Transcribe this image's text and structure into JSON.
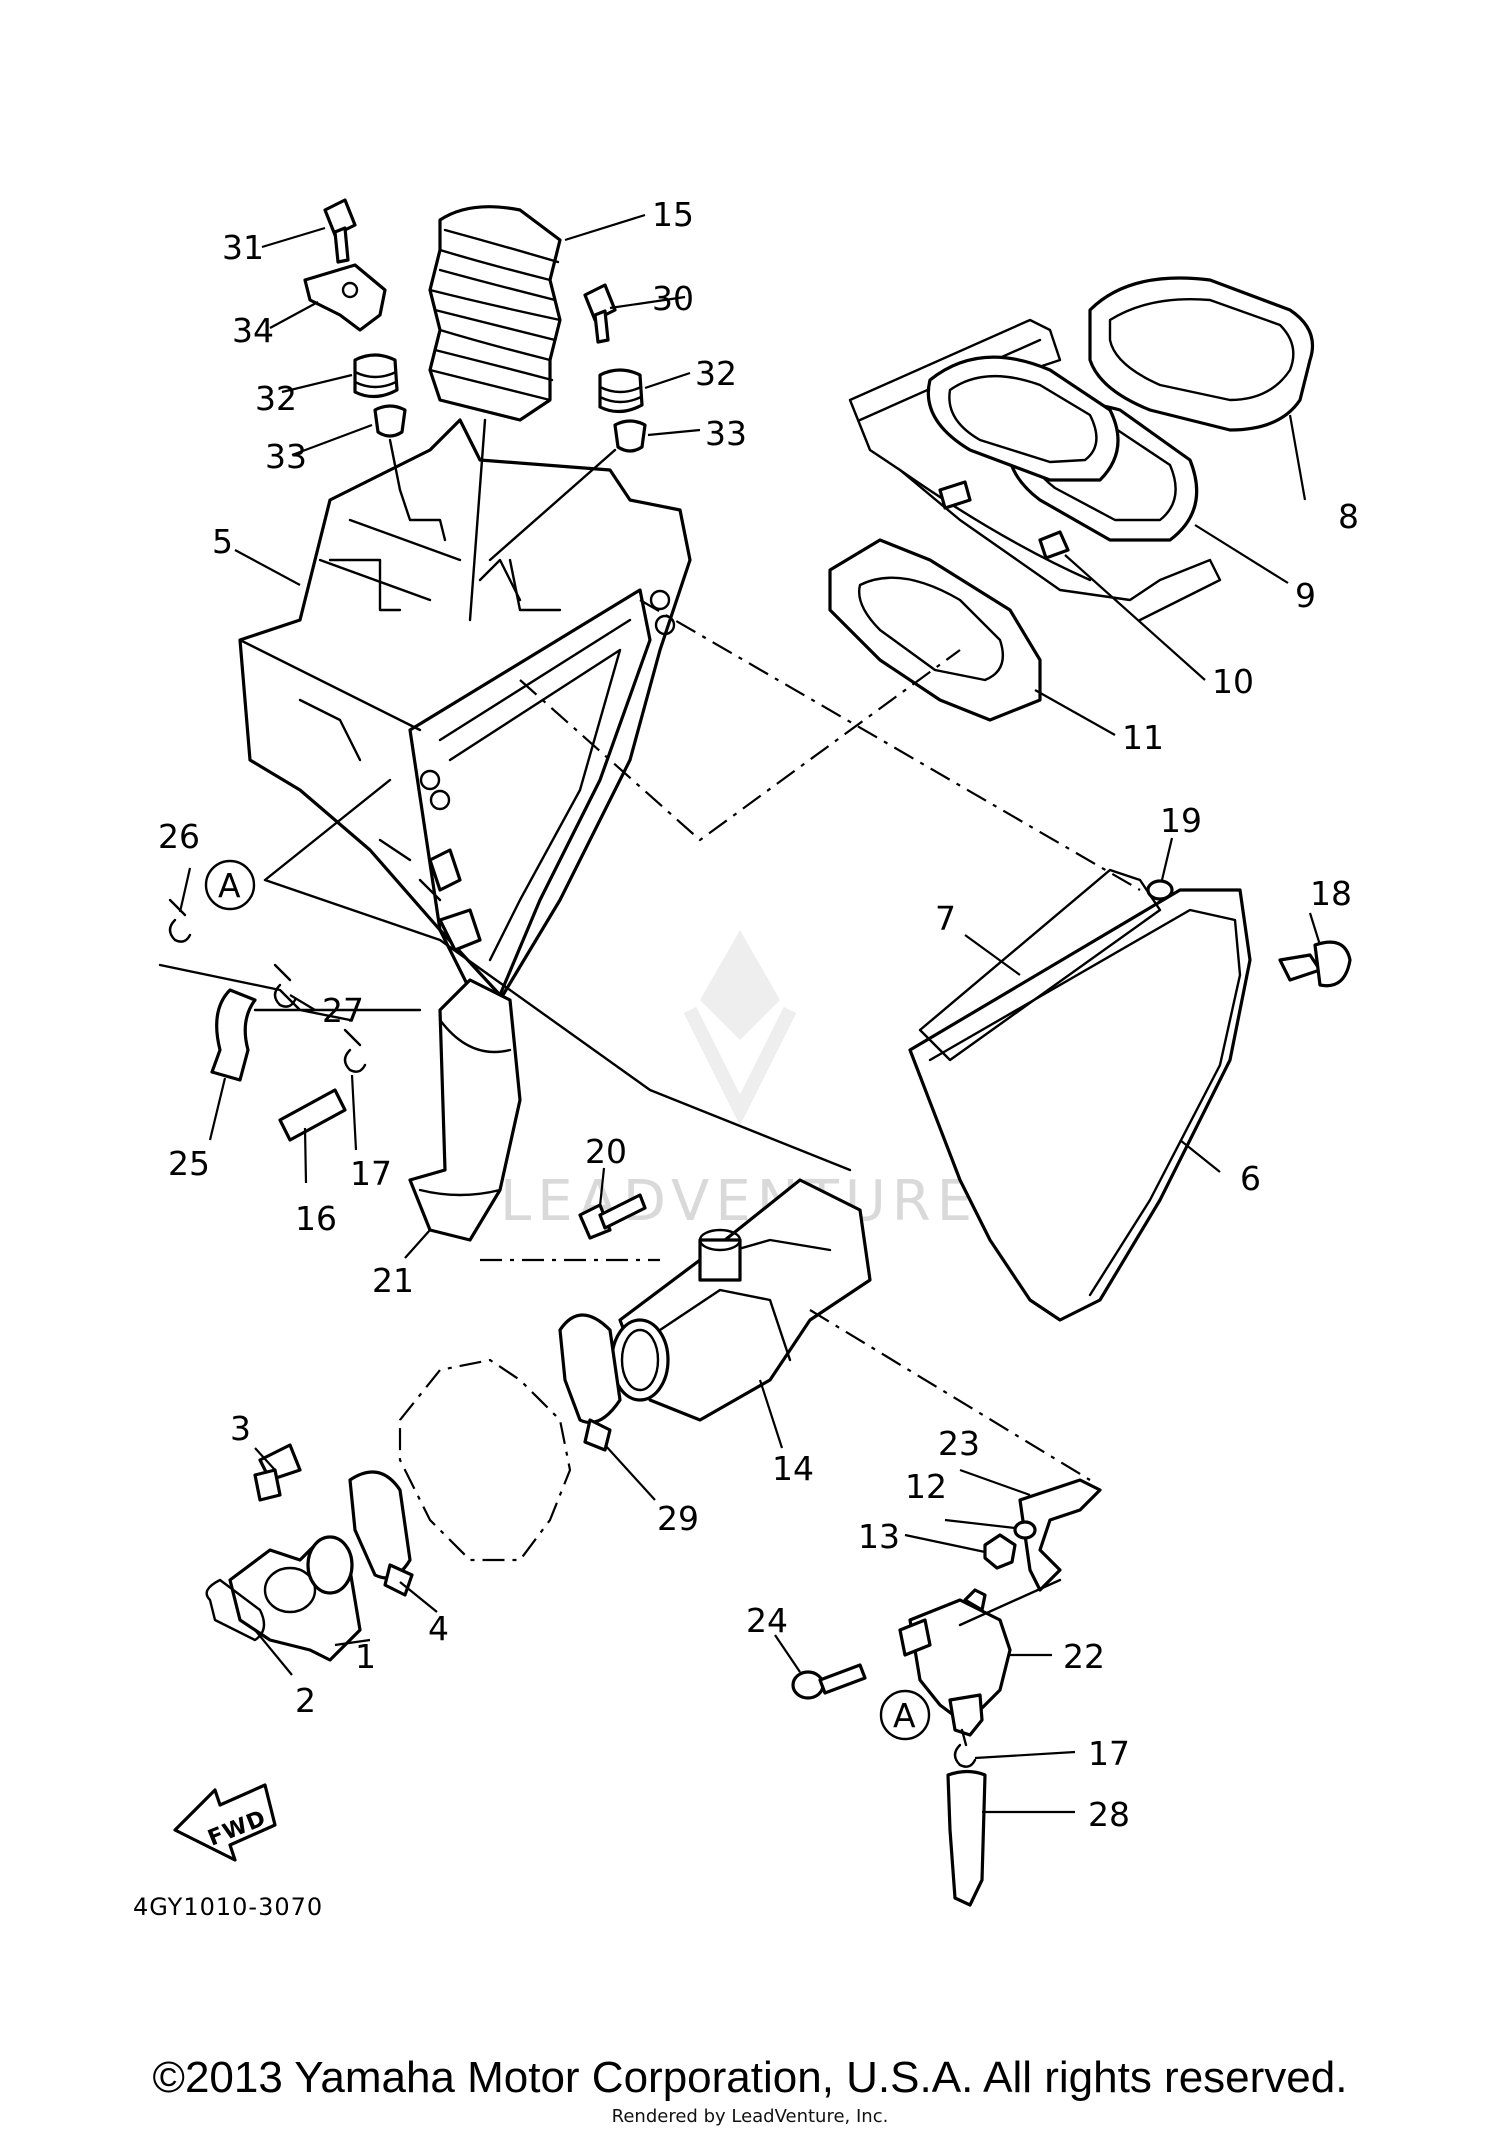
{
  "diagram": {
    "part_code": "4GY1010-3070",
    "fwd_label": "FWD",
    "marker_label": "A",
    "watermark": "LEADVENTURE",
    "callouts": [
      "1",
      "2",
      "3",
      "4",
      "5",
      "6",
      "7",
      "8",
      "9",
      "10",
      "11",
      "12",
      "13",
      "14",
      "15",
      "16",
      "17",
      "17",
      "18",
      "19",
      "20",
      "21",
      "22",
      "23",
      "24",
      "25",
      "26",
      "27",
      "28",
      "29",
      "30",
      "31",
      "32",
      "32",
      "33",
      "33",
      "34"
    ]
  },
  "footer": {
    "copyright": "©2013 Yamaha Motor Corporation, U.S.A. All rights reserved.",
    "rendered_by": "Rendered by LeadVenture, Inc."
  }
}
